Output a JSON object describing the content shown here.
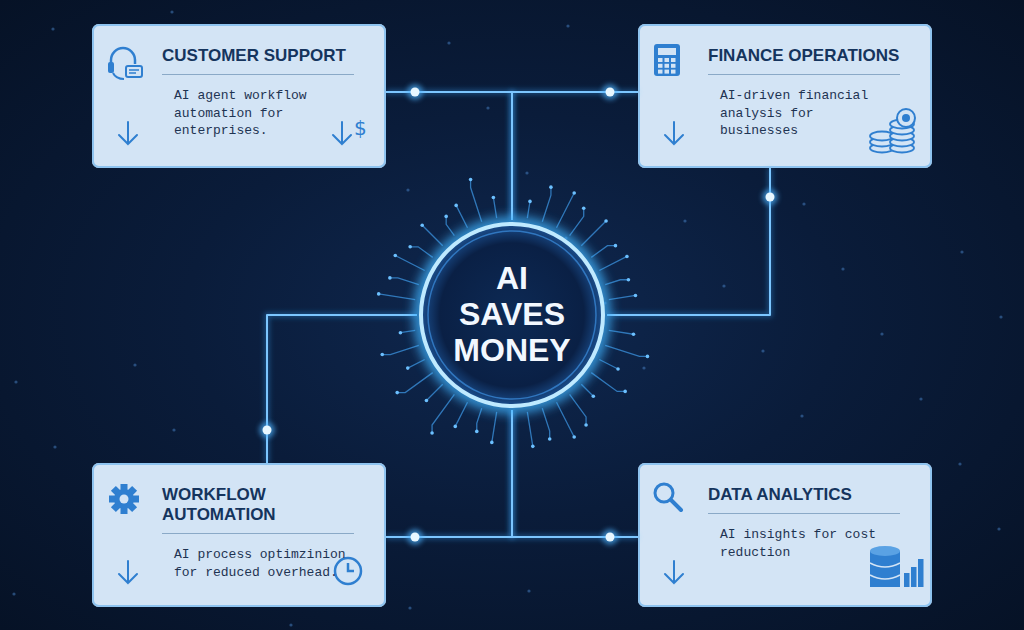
{
  "diagram": {
    "nodes": [
      {
        "text": [
          "CUSTOMER SUPPORT",
          "AI agent workflow automation for enterprises."
        ]
      },
      {
        "text": [
          "FINANCE OPERATIONS",
          "AI-driven financial analysis for businesses"
        ]
      },
      {
        "text": [
          "AI SAVES MONEY"
        ]
      },
      {
        "text": [
          "WORKFLOW AUTOMATION",
          "AI process optimzinion for reduced overhead."
        ]
      },
      {
        "text": [
          "DATA ANALYTICS",
          "AI insights for cost reduction"
        ]
      }
    ],
    "edges": [
      {
        "from": 2,
        "to": 0,
        "arrow": "none"
      },
      {
        "from": 2,
        "to": 1,
        "arrow": "none"
      },
      {
        "from": 2,
        "to": 1,
        "arrow": "none"
      },
      {
        "from": 2,
        "to": 3,
        "arrow": "none"
      },
      {
        "from": 2,
        "to": 3,
        "arrow": "none"
      },
      {
        "from": 2,
        "to": 4,
        "arrow": "none"
      }
    ],
    "labels": [
      "$"
    ]
  }
}
